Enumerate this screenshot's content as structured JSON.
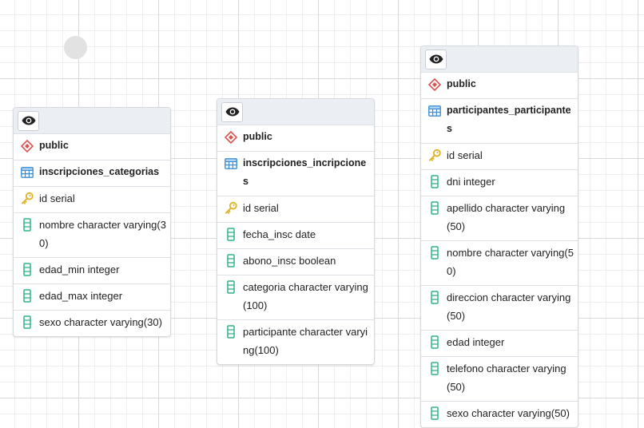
{
  "diagram": {
    "tables": [
      {
        "schema": "public",
        "name": "inscripciones_categorias",
        "columns": [
          {
            "text": "id serial",
            "icon": "key-icon"
          },
          {
            "text": "nombre character varying(30)",
            "icon": "column-icon"
          },
          {
            "text": "edad_min integer",
            "icon": "column-icon"
          },
          {
            "text": "edad_max integer",
            "icon": "column-icon"
          },
          {
            "text": "sexo character varying(30)",
            "icon": "column-icon"
          }
        ]
      },
      {
        "schema": "public",
        "name": "inscripciones_incripciones",
        "columns": [
          {
            "text": "id serial",
            "icon": "key-icon"
          },
          {
            "text": "fecha_insc date",
            "icon": "column-icon"
          },
          {
            "text": "abono_insc boolean",
            "icon": "column-icon"
          },
          {
            "text": "categoria character varying (100)",
            "icon": "column-icon"
          },
          {
            "text": "participante character varying(100)",
            "icon": "column-icon"
          }
        ]
      },
      {
        "schema": "public",
        "name": "participantes_participantes",
        "columns": [
          {
            "text": "id serial",
            "icon": "key-icon"
          },
          {
            "text": "dni integer",
            "icon": "column-icon"
          },
          {
            "text": "apellido character varying (50)",
            "icon": "column-icon"
          },
          {
            "text": "nombre character varying(50)",
            "icon": "column-icon"
          },
          {
            "text": "direccion character varying (50)",
            "icon": "column-icon"
          },
          {
            "text": "edad integer",
            "icon": "column-icon"
          },
          {
            "text": "telefono character varying (50)",
            "icon": "column-icon"
          },
          {
            "text": "sexo character varying(50)",
            "icon": "column-icon"
          }
        ]
      }
    ],
    "icons": {
      "view": "eye-icon",
      "schema": "schema-diamond-icon",
      "table": "table-grid-icon"
    },
    "colors": {
      "schema_icon": "#d9534f",
      "table_icon": "#3b8ed6",
      "key_icon": "#e0b32b",
      "column_icon": "#2fb38a",
      "header_bg": "#ebeef3"
    }
  }
}
